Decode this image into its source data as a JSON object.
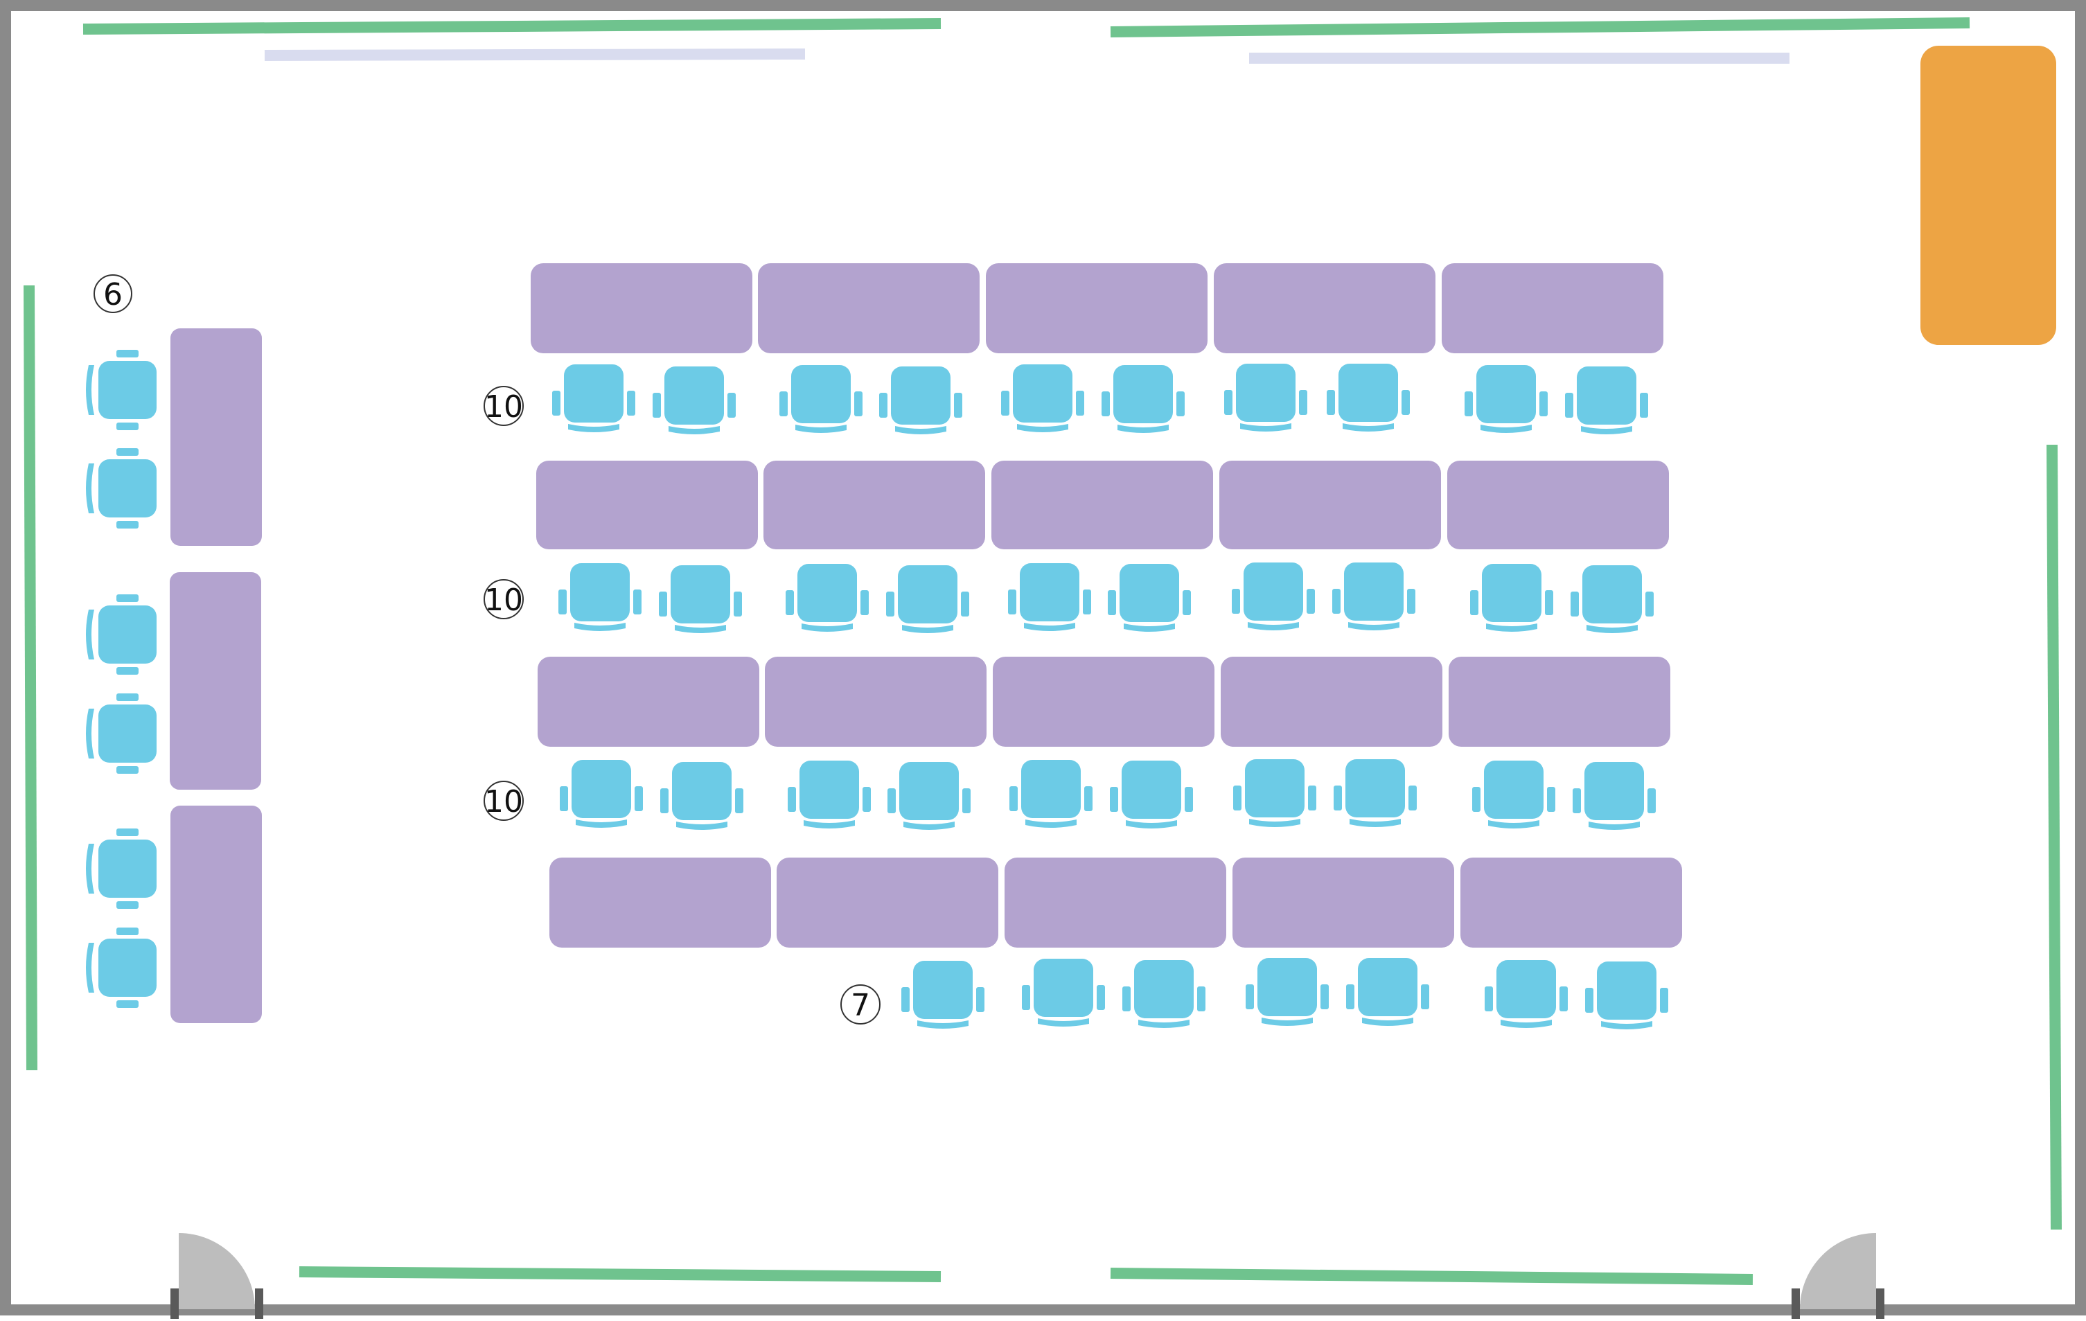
{
  "colors": {
    "wall": "#8a8a8a",
    "whiteboard": "#6fc38e",
    "screen": "#d9dcef",
    "table": "#b3a3cf",
    "chair": "#6ccbe6",
    "podium": "#eda444",
    "door": "#bdbdbd",
    "door_frame": "#5a5a5a",
    "badge_border": "#333333",
    "badge_fill": "#ffffff"
  },
  "icons": {
    "chair": "chair-icon",
    "table": "table-icon",
    "door": "door-icon",
    "podium": "podium-icon"
  },
  "side_group": {
    "count_label": "6",
    "tables": 3,
    "chairs": 6
  },
  "rows": [
    {
      "count_label": "10",
      "tables": 5,
      "chairs": 10
    },
    {
      "count_label": "10",
      "tables": 5,
      "chairs": 10
    },
    {
      "count_label": "10",
      "tables": 5,
      "chairs": 10
    },
    {
      "count_label": "7",
      "tables": 5,
      "chairs": 7
    }
  ]
}
